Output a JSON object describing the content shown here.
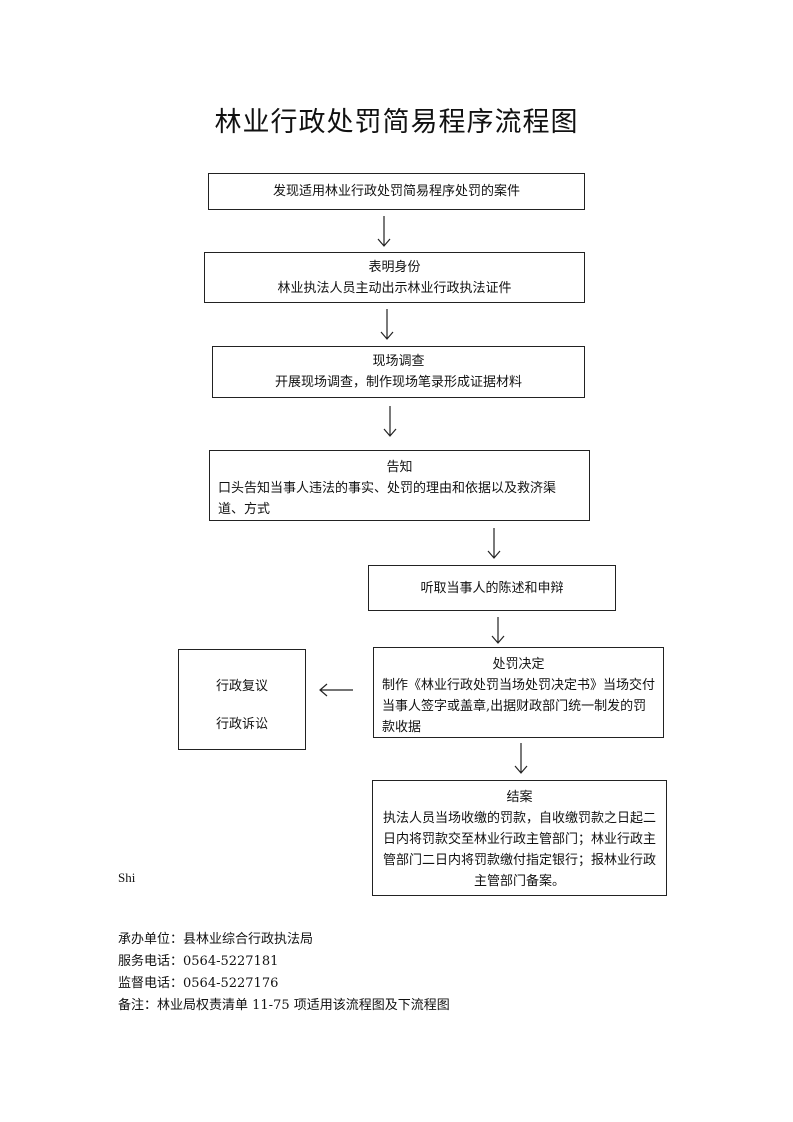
{
  "title": "林业行政处罚简易程序流程图",
  "steps": [
    {
      "heading": "",
      "text": "发现适用林业行政处罚简易程序处罚的案件"
    },
    {
      "heading": "表明身份",
      "text": "林业执法人员主动出示林业行政执法证件"
    },
    {
      "heading": "现场调查",
      "text": "开展现场调查，制作现场笔录形成证据材料"
    },
    {
      "heading": "告知",
      "text": "口头告知当事人违法的事实、处罚的理由和依据以及救济渠道、方式"
    },
    {
      "heading": "",
      "text": "听取当事人的陈述和申辩"
    },
    {
      "heading": "处罚决定",
      "text": "制作《林业行政处罚当场处罚决定书》当场交付当事人签字或盖章,出据财政部门统一制发的罚款收据"
    },
    {
      "heading": "结案",
      "text": "执法人员当场收缴的罚款，自收缴罚款之日起二日内将罚款交至林业行政主管部门；林业行政主管部门二日内将罚款缴付指定银行；报林业行政主管部门备案。"
    }
  ],
  "remedy": {
    "line1": "行政复议",
    "line2": "行政诉讼"
  },
  "stray_text": "Shi",
  "footer": {
    "unit": "承办单位：县林业综合行政执法局",
    "service_phone": "服务电话：0564-5227181",
    "supervise_phone": "监督电话：0564-5227176",
    "remark": "备注：林业局权责清单 11-75 项适用该流程图及下流程图"
  }
}
